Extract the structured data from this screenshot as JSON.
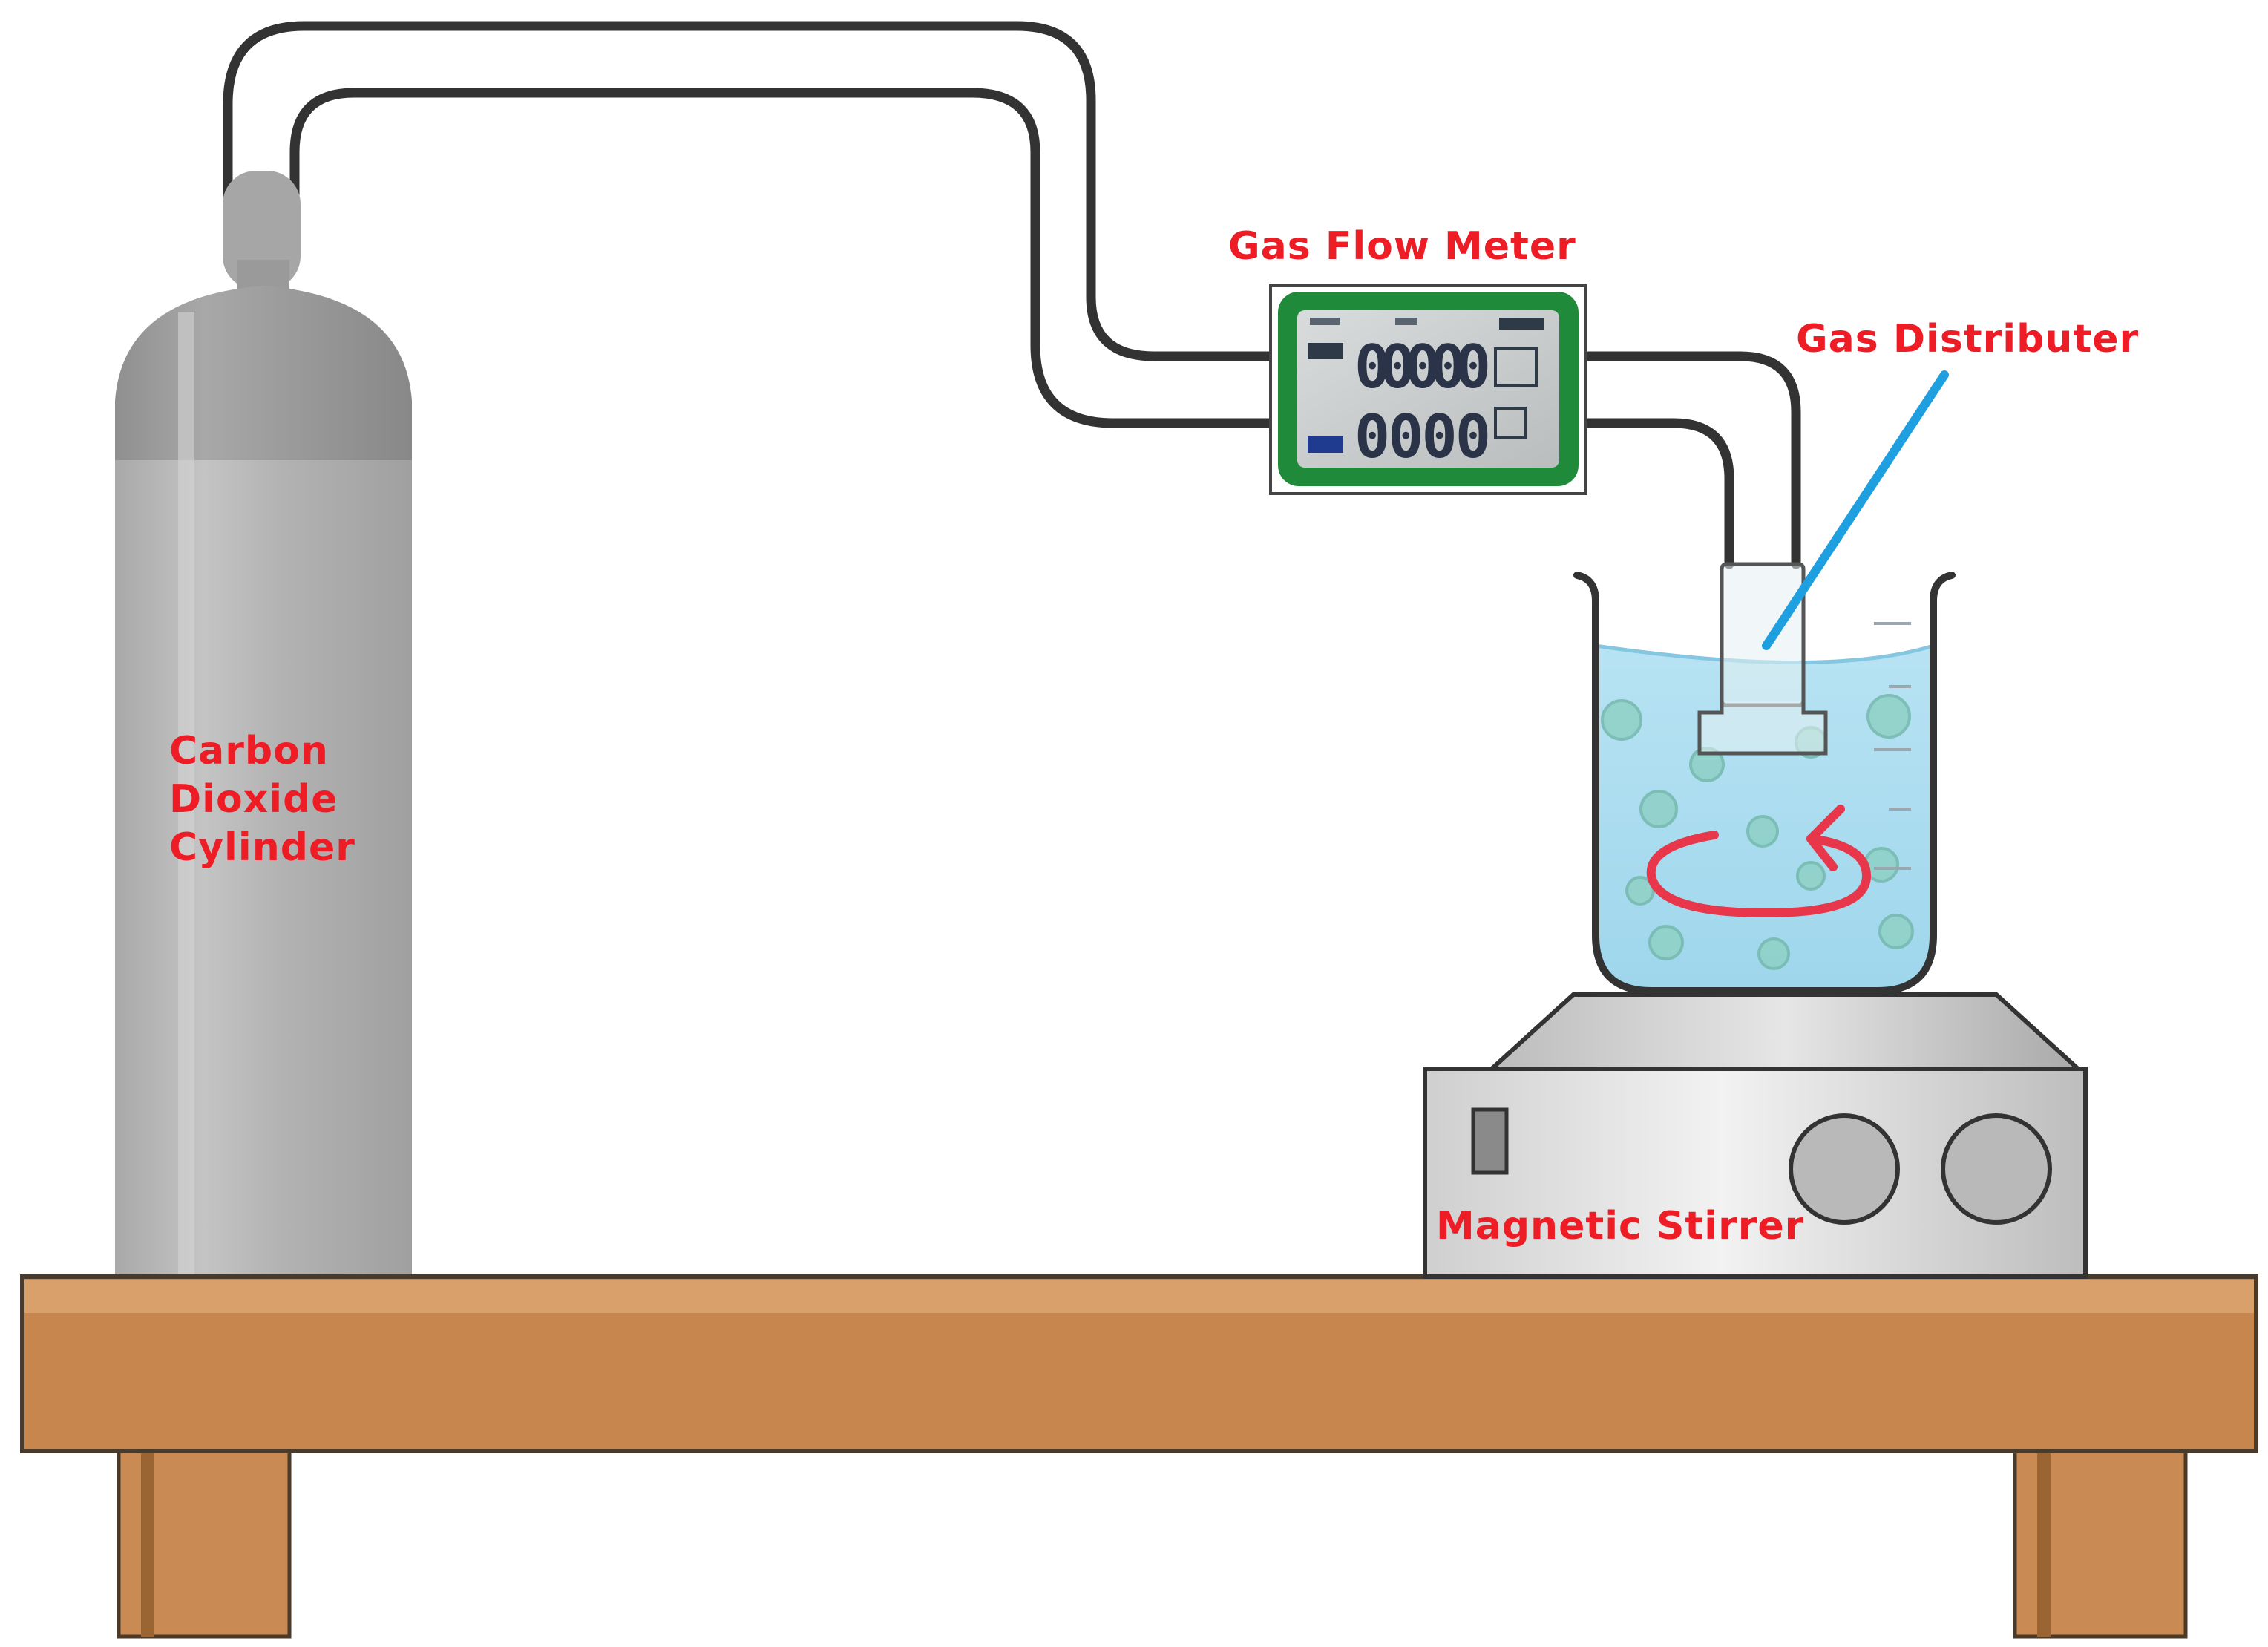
{
  "labels": {
    "cylinder": [
      "Carbon",
      "Dioxide",
      "Cylinder"
    ],
    "flow_meter": "Gas Flow Meter",
    "distributer": "Gas Distributer",
    "stirrer": "Magnetic Stirrer"
  },
  "meter_display": {
    "top_line": "00000",
    "bottom_line": "0000"
  },
  "colors": {
    "label": "#ee1c25",
    "pointer": "#1e9fe0",
    "tube": "#333333",
    "cylinder": "#b7b7b7",
    "table": "#c9874f",
    "water": "#a9ddf0",
    "meter_frame": "#1e8a3a",
    "stir_arrow": "#e8364b"
  },
  "icons": {
    "stir_direction": "circular-arrow-icon"
  }
}
